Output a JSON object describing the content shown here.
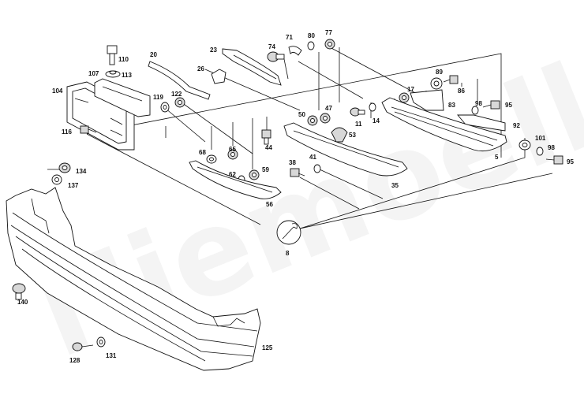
{
  "watermark": "Niemoeller",
  "callouts": {
    "p110": "110",
    "p107": "107",
    "p113": "113",
    "p104": "104",
    "p116": "116",
    "p20": "20",
    "p26": "26",
    "p23": "23",
    "p74": "74",
    "p71": "71",
    "p80": "80",
    "p77": "77",
    "p119": "119",
    "p122": "122",
    "p68": "68",
    "p65": "65",
    "p62": "62",
    "p59": "59",
    "p44": "44",
    "p50": "50",
    "p47": "47",
    "p11": "11",
    "p14": "14",
    "p53": "53",
    "p17": "17",
    "p89": "89",
    "p86": "86",
    "p83": "83",
    "p98a": "98",
    "p95a": "95",
    "p92": "92",
    "p101": "101",
    "p98b": "98",
    "p95b": "95",
    "p5": "5",
    "p38": "38",
    "p41": "41",
    "p35": "35",
    "p56": "56",
    "p134": "134",
    "p137": "137",
    "p8": "8",
    "p140": "140",
    "p128": "128",
    "p131": "131",
    "p125": "125"
  }
}
